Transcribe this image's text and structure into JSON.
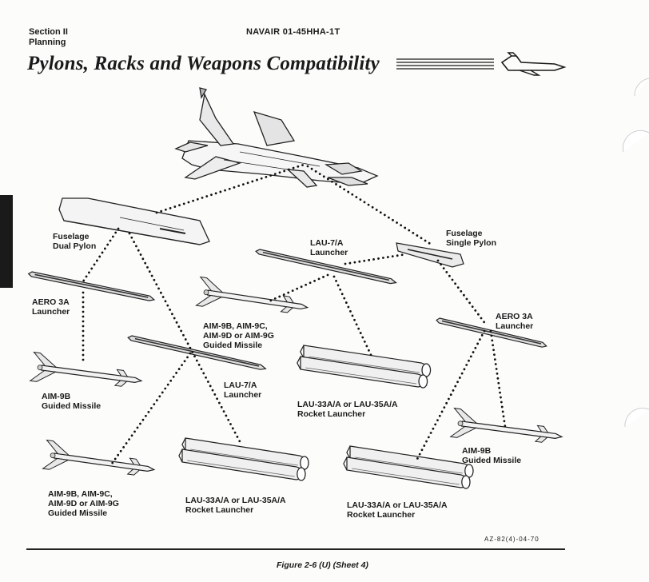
{
  "header": {
    "section": "Section II\nPlanning",
    "manual": "NAVAIR 01-45HHA-1T",
    "title": "Pylons, Racks and Weapons Compatibility"
  },
  "labels": {
    "fuselage_dual_pylon": "Fuselage\nDual Pylon",
    "fuselage_single_pylon": "Fuselage\nSingle Pylon",
    "lau7a_top": "LAU-7/A\nLauncher",
    "aero3a_left": "AERO 3A\nLauncher",
    "aero3a_right": "AERO 3A\nLauncher",
    "aim_mid": "AIM-9B, AIM-9C,\nAIM-9D or AIM-9G\nGuided Missile",
    "lau7a_mid": "LAU-7/A\nLauncher",
    "aim9b_left": "AIM-9B\nGuided Missile",
    "lau33_mid": "LAU-33A/A or LAU-35A/A\nRocket Launcher",
    "aim9b_right": "AIM-9B\nGuided Missile",
    "aim_bottom_left": "AIM-9B, AIM-9C,\nAIM-9D or AIM-9G\nGuided Missile",
    "lau33_bottom_mid": "LAU-33A/A or LAU-35A/A\nRocket Launcher",
    "lau33_bottom_right": "LAU-33A/A or LAU-35A/A\nRocket Launcher"
  },
  "footer": {
    "figure_code": "AZ-82(4)-04-70",
    "caption": "Figure 2-6 (U) (Sheet 4)"
  }
}
